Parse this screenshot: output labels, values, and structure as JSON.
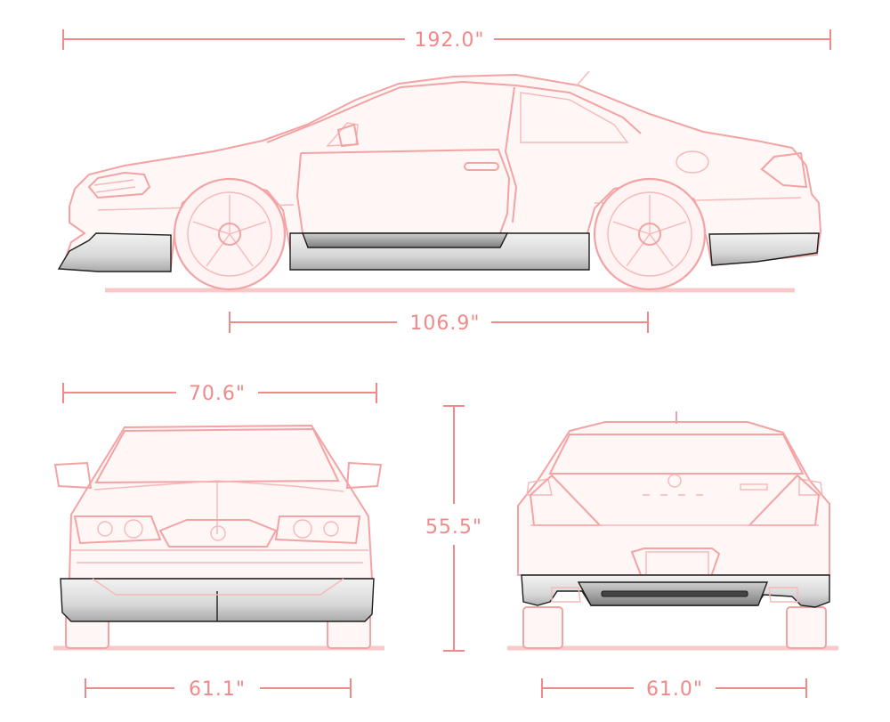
{
  "dimensions": {
    "overall_length": "192.0\"",
    "wheelbase": "106.9\"",
    "overall_width": "70.6\"",
    "overall_height": "55.5\"",
    "front_track": "61.1\"",
    "rear_track": "61.0\""
  },
  "colors": {
    "outline": "#f3a3a3",
    "dimension_text": "#f08a8a",
    "body_kit_fill": "#d9d9d9",
    "body_kit_stroke": "#1e1e1e"
  }
}
